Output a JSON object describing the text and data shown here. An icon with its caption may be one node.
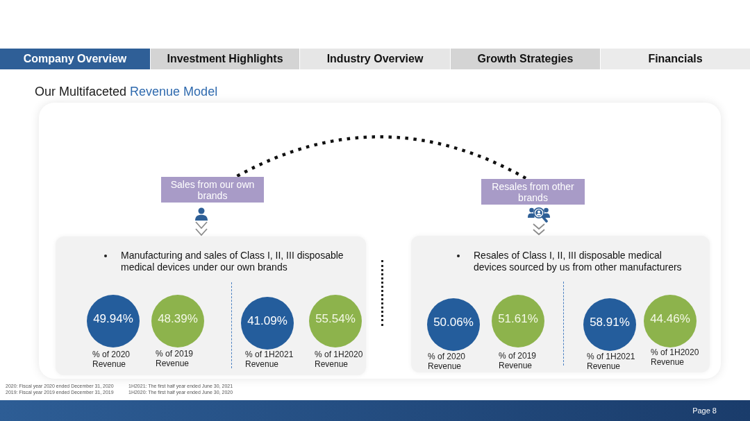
{
  "diagram": {
    "title": "Our Multifaceted Revenue Model",
    "nodes": [
      {
        "text": [
          "Sales from our own brands"
        ]
      },
      {
        "text": [
          "Resales from other brands"
        ]
      },
      {
        "text": [],
        "shape": "person"
      },
      {
        "text": [],
        "shape": "picture"
      },
      {
        "text": [
          "Manufacturing and sales of Class I, II, III disposable medical devices under our own brands"
        ]
      },
      {
        "text": [
          "Resales of Class I, II, III disposable medical devices sourced by us from other manufacturers"
        ]
      },
      {
        "text": [
          "49.94%"
        ],
        "beside": [
          "% of 2020 Revenue"
        ],
        "in": 4
      },
      {
        "text": [
          "48.39%"
        ],
        "beside": [
          "% of 2019 Revenue"
        ],
        "in": 4
      },
      {
        "text": [
          "41.09%"
        ],
        "beside": [
          "% of 1H2021 Revenue"
        ],
        "in": 4
      },
      {
        "text": [
          "55.54%"
        ],
        "beside": [
          "% of 1H2020 Revenue"
        ],
        "in": 4
      },
      {
        "text": [
          "50.06%"
        ],
        "beside": [
          "% of 2020 Revenue"
        ],
        "in": 5
      },
      {
        "text": [
          "51.61%"
        ],
        "beside": [
          "% of 2019 Revenue"
        ],
        "in": 5
      },
      {
        "text": [
          "58.91%"
        ],
        "beside": [
          "% of 1H2021 Revenue"
        ],
        "in": 5
      },
      {
        "text": [
          "44.46%"
        ],
        "beside": [
          "% of 1H2020 Revenue"
        ],
        "in": 5
      }
    ],
    "edges": [
      {
        "from": 0,
        "to": 1,
        "arrow": "none",
        "style": "dashed",
        "color": "#111111"
      },
      {
        "from": 2,
        "to": 4,
        "arrow": "to"
      },
      {
        "from": 3,
        "to": 5,
        "arrow": "to"
      }
    ],
    "labels": [
      "Company Overview",
      "Investment Highlights",
      "Industry Overview",
      "Growth Strategies",
      "Financials",
      "2020: Fiscal year 2020 ended December 31, 2020",
      "1H2021: The first half year ended June 30, 2021",
      "2019: Fiscal year 2019 ended December 31, 2019",
      "1H2020: The first half year ended June 30, 2020",
      "Page 8"
    ]
  }
}
